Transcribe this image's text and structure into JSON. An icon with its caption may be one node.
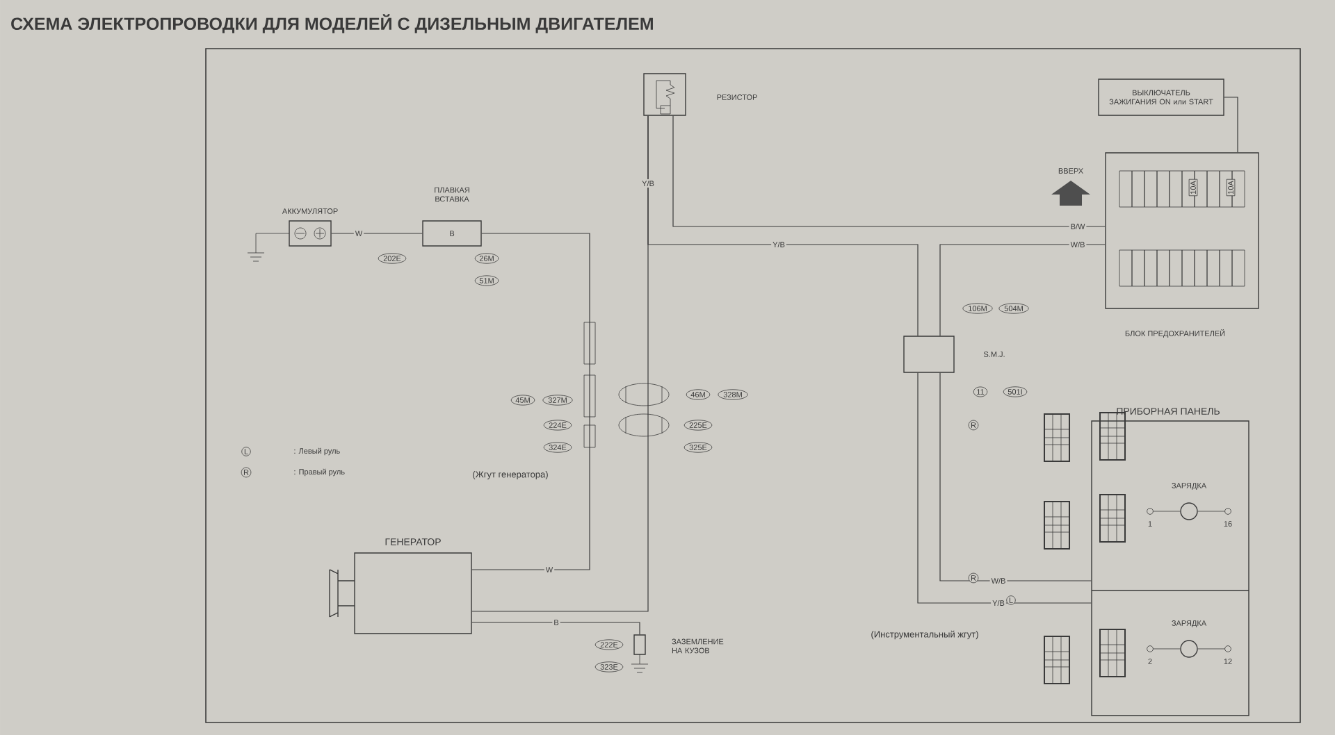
{
  "diagram": {
    "title": "СХЕМА ЭЛЕКТРОПРОВОДКИ ДЛЯ МОДЕЛЕЙ С ДИЗЕЛЬНЫМ ДВИГАТЕЛЕМ",
    "nodes": [
      {
        "text": [
          "РЕЗИСТОР"
        ]
      },
      {
        "text": [
          "АККУМУЛЯТОР"
        ]
      },
      {
        "text": [
          "ПЛАВКАЯ ВСТАВКА"
        ]
      },
      {
        "text": [
          "ВЫКЛЮЧАТЕЛЬ ЗАЖИГАНИЯ ON или START"
        ]
      },
      {
        "text": [
          "БЛОК ПРЕДОХРАНИТЕЛЕЙ"
        ]
      },
      {
        "text": [
          "S.M.J."
        ]
      },
      {
        "text": [
          "ПРИБОРНАЯ ПАНЕЛЬ"
        ]
      },
      {
        "text": [
          "ЗАРЯДКА"
        ],
        "beside": [
          "1",
          "16"
        ],
        "in": 6
      },
      {
        "text": [
          "ЗАРЯДКА"
        ],
        "beside": [
          "2",
          "12"
        ],
        "in": 6
      },
      {
        "text": [
          "ГЕНЕРАТОР"
        ]
      },
      {
        "text": [
          "ЗАЗЕМЛЕНИЕ НА КУЗОВ"
        ]
      }
    ],
    "edges": [
      {
        "from": 1,
        "to": 2,
        "arrow": "none",
        "label": "W"
      },
      {
        "from": 2,
        "to": 9,
        "arrow": "none",
        "label": "W"
      },
      {
        "from": 0,
        "to": 4,
        "arrow": "none",
        "label": "B/W"
      },
      {
        "from": 0,
        "to": 9,
        "arrow": "none",
        "label": "Y/B"
      },
      {
        "from": 5,
        "to": 4,
        "arrow": "none",
        "label": "W/B"
      },
      {
        "from": 0,
        "to": 5,
        "arrow": "none",
        "label": "Y/B"
      },
      {
        "from": 3,
        "to": 4,
        "arrow": "none"
      },
      {
        "from": 5,
        "to": 6,
        "arrow": "none",
        "label": "Y/B"
      },
      {
        "from": 5,
        "to": 6,
        "arrow": "none",
        "label": "W/B"
      },
      {
        "from": 9,
        "to": 10,
        "arrow": "none",
        "label": "B"
      }
    ],
    "labels": [
      "202E",
      "26M",
      "51M",
      "45M",
      "327M",
      "224E",
      "324E",
      "46M",
      "328M",
      "225E",
      "325E",
      "106M",
      "504M",
      "11",
      "501I",
      "222E",
      "323E",
      "(Жгут генератора)",
      "(Инструментальный жгут)",
      "ВВЕРХ",
      "10A",
      "10A",
      "L",
      ": Левый руль",
      "R",
      ": Правый руль",
      "R",
      "R",
      "L",
      "B"
    ]
  }
}
